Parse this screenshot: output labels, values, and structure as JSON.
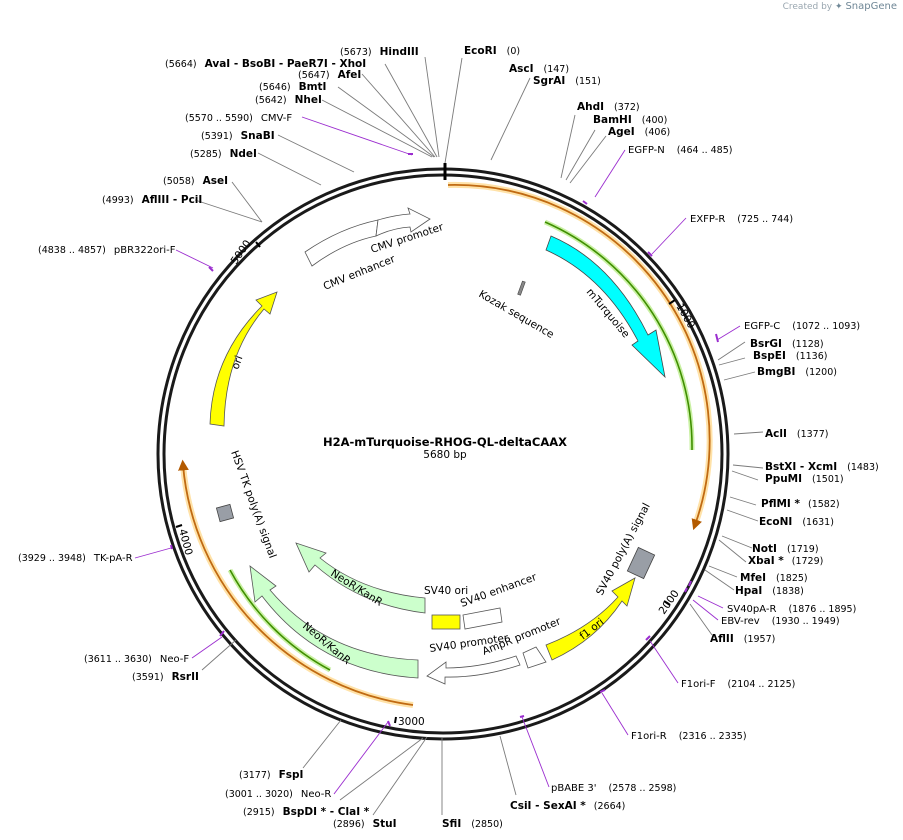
{
  "brand": {
    "prefix": "Created by",
    "name": "SnapGene"
  },
  "title": "H2A-mTurquoise-RHOG-QL-deltaCAAX",
  "length_label": "5680 bp",
  "length": 5680,
  "colors": {
    "backbone": "#1a1a1a",
    "primer": "#9b2dcf",
    "promoter_fill": "#ffffff",
    "ori": "#ffff00",
    "mturquoise": "#00ffff",
    "neo": "#ccffcc",
    "polyA": "#999ea6",
    "orf_green": "#4c9900",
    "orf_orange": "#c06a12",
    "highlight": "#ffd98a"
  },
  "ticks": [
    "1000",
    "2000",
    "3000",
    "4000",
    "5000"
  ],
  "sites": [
    {
      "name": "EcoRI",
      "pos": "(0)"
    },
    {
      "name": "AscI",
      "pos": "(147)"
    },
    {
      "name": "SgrAI",
      "pos": "(151)"
    },
    {
      "name": "AhdI",
      "pos": "(372)"
    },
    {
      "name": "BamHI",
      "pos": "(400)"
    },
    {
      "name": "AgeI",
      "pos": "(406)"
    },
    {
      "name": "BsrGI",
      "pos": "(1128)"
    },
    {
      "name": "BspEI",
      "pos": "(1136)"
    },
    {
      "name": "BmgBI",
      "pos": "(1200)"
    },
    {
      "name": "AclI",
      "pos": "(1377)"
    },
    {
      "name": "BstXI - XcmI",
      "pos": "(1483)"
    },
    {
      "name": "PpuMI",
      "pos": "(1501)"
    },
    {
      "name": "PflMI *",
      "pos": "(1582)"
    },
    {
      "name": "EcoNI",
      "pos": "(1631)"
    },
    {
      "name": "NotI",
      "pos": "(1719)"
    },
    {
      "name": "XbaI *",
      "pos": "(1729)"
    },
    {
      "name": "MfeI",
      "pos": "(1825)"
    },
    {
      "name": "HpaI",
      "pos": "(1838)"
    },
    {
      "name": "AflII",
      "pos": "(1957)"
    },
    {
      "name": "CsiI - SexAI *",
      "pos": "(2664)"
    },
    {
      "name": "SfiI",
      "pos": "(2850)"
    },
    {
      "name": "StuI",
      "pos": "(2896)"
    },
    {
      "name": "BspDI * - ClaI *",
      "pos": "(2915)"
    },
    {
      "name": "FspI",
      "pos": "(3177)"
    },
    {
      "name": "RsrII",
      "pos": "(3591)"
    },
    {
      "name": "AflIII - PciI",
      "pos": "(4993)"
    },
    {
      "name": "AseI",
      "pos": "(5058)"
    },
    {
      "name": "NdeI",
      "pos": "(5285)"
    },
    {
      "name": "SnaBI",
      "pos": "(5391)"
    },
    {
      "name": "NheI",
      "pos": "(5642)"
    },
    {
      "name": "BmtI",
      "pos": "(5646)"
    },
    {
      "name": "AfeI",
      "pos": "(5647)"
    },
    {
      "name": "AvaI - BsoBI - PaeR7I - XhoI",
      "pos": "(5664)"
    },
    {
      "name": "HindIII",
      "pos": "(5673)"
    }
  ],
  "primers": [
    {
      "name": "EGFP-N",
      "range": "(464 .. 485)"
    },
    {
      "name": "EXFP-R",
      "range": "(725 .. 744)"
    },
    {
      "name": "EGFP-C",
      "range": "(1072 .. 1093)"
    },
    {
      "name": "SV40pA-R",
      "range": "(1876 .. 1895)"
    },
    {
      "name": "EBV-rev",
      "range": "(1930 .. 1949)"
    },
    {
      "name": "F1ori-F",
      "range": "(2104 .. 2125)"
    },
    {
      "name": "F1ori-R",
      "range": "(2316 .. 2335)"
    },
    {
      "name": "pBABE 3'",
      "range": "(2578 .. 2598)"
    },
    {
      "name": "Neo-R",
      "range": "(3001 .. 3020)"
    },
    {
      "name": "Neo-F",
      "range": "(3611 .. 3630)"
    },
    {
      "name": "TK-pA-R",
      "range": "(3929 .. 3948)"
    },
    {
      "name": "pBR322ori-F",
      "range": "(4838 .. 4857)"
    },
    {
      "name": "CMV-F",
      "range": "(5570 .. 5590)"
    }
  ],
  "features": [
    "CMV promoter",
    "CMV enhancer",
    "Kozak sequence",
    "mTurquoise",
    "ori",
    "HSV TK poly(A) signal",
    "SV40 poly(A) signal",
    "f1 ori",
    "SV40 ori",
    "SV40 enhancer",
    "SV40 promoter",
    "AmpR promoter",
    "NeoR/KanR",
    "NeoR/KanR"
  ]
}
